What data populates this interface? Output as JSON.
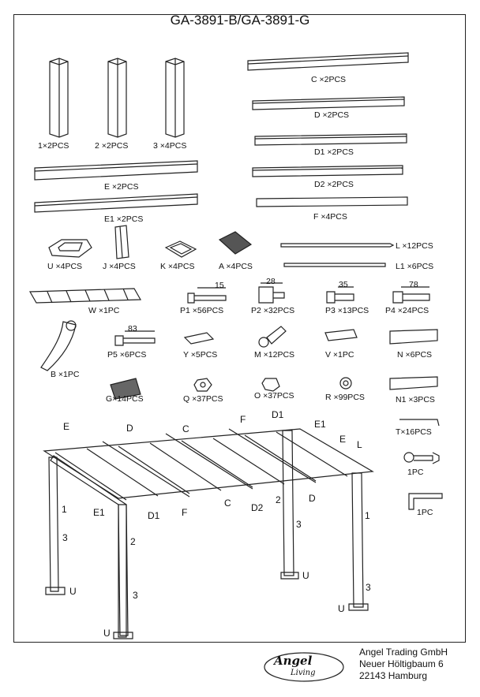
{
  "title": "GA-3891-B/GA-3891-G",
  "parts": {
    "p1": "1×2PCS",
    "p2": "2 ×2PCS",
    "p3": "3 ×4PCS",
    "c": "C ×2PCS",
    "d": "D ×2PCS",
    "d1": "D1 ×2PCS",
    "d2": "D2 ×2PCS",
    "e": "E ×2PCS",
    "e1": "E1 ×2PCS",
    "f": "F ×4PCS",
    "u": "U ×4PCS",
    "j": "J ×4PCS",
    "k": "K ×4PCS",
    "a": "A ×4PCS",
    "l": "L ×12PCS",
    "l1": "L1 ×6PCS",
    "w": "W ×1PC",
    "bp1": "P1 ×56PCS",
    "bp2": "P2 ×32PCS",
    "bp3": "P3 ×13PCS",
    "bp4": "P4 ×24PCS",
    "bp5": "P5 ×6PCS",
    "y": "Y ×5PCS",
    "m": "M ×12PCS",
    "v": "V ×1PC",
    "n": "N ×6PCS",
    "b": "B ×1PC",
    "g": "G×14PCS",
    "q": "Q ×37PCS",
    "o": "O ×37PCS",
    "r": "R ×99PCS",
    "n1": "N1 ×3PCS",
    "t": "T×16PCS",
    "wrench": "1PC",
    "hexkey": "1PC"
  },
  "dimensions": {
    "p1": "15",
    "p2": "28",
    "p3": "35",
    "p4": "78",
    "p5": "83"
  },
  "assembly_labels": {
    "e_top": "E",
    "d_top": "D",
    "c_top": "C",
    "f_top": "F",
    "d1_top": "D1",
    "e1_right": "E1",
    "e_right": "E",
    "l_right": "L",
    "e1_left": "E1",
    "d1_bottom": "D1",
    "f_bottom": "F",
    "c_bottom": "C",
    "d2_bottom": "D2",
    "d_bottom": "D",
    "post1_left": "1",
    "post3_left": "3",
    "post2_mid": "2",
    "post3_mid": "3",
    "post2_right": "2",
    "post3_right": "3",
    "post1_far": "1",
    "post3_far": "3",
    "u_left": "U",
    "u_mid": "U",
    "u_right": "U",
    "u_far": "U"
  },
  "footer": {
    "company": "Angel Trading GmbH",
    "street": "Neuer Höltigbaum 6",
    "city": "22143 Hamburg"
  },
  "logo": {
    "line1": "Angel",
    "line2": "Living"
  }
}
